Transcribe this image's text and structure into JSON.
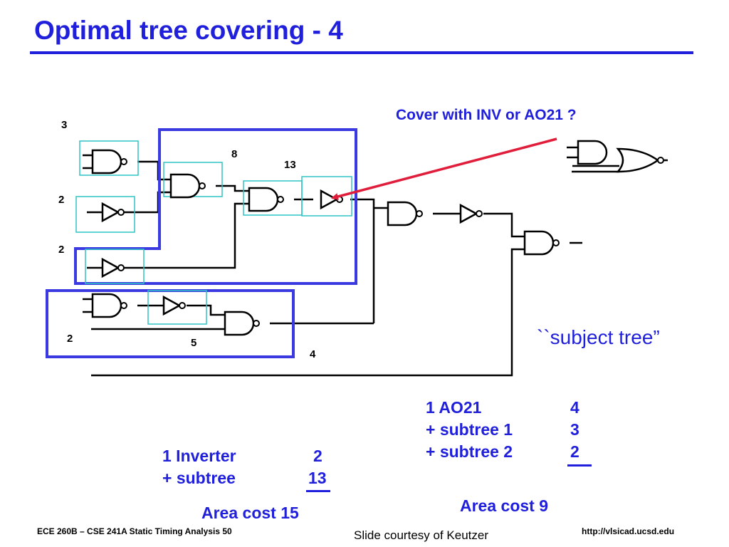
{
  "title": "Optimal tree covering - 4",
  "node_costs": {
    "gate_top": "3",
    "inv_a": "2",
    "inv_b": "2",
    "nand_mid": "8",
    "nand_right": "13",
    "lower_left": "2",
    "lower_mid": "5",
    "lower_right": "4"
  },
  "annotation": "Cover with INV or AO21 ?",
  "subject_tree_label": "``subject tree”",
  "option_inverter": {
    "rows": [
      {
        "label": "1 Inverter",
        "value": "2"
      },
      {
        "label": "+ subtree",
        "value": "13"
      }
    ],
    "total": "Area cost 15"
  },
  "option_ao21": {
    "rows": [
      {
        "label": "1 AO21",
        "value": "4"
      },
      {
        "label": "+ subtree 1",
        "value": "3"
      },
      {
        "label": "+ subtree 2",
        "value": "2"
      }
    ],
    "total": "Area cost 9"
  },
  "footer": {
    "left": "ECE 260B – CSE 241A Static Timing Analysis 50",
    "center": "Slide courtesy of Keutzer",
    "right": "http://vlsicad.ucsd.edu"
  },
  "colors": {
    "title_blue": "#1f1fdc",
    "cover_box_blue": "#3a3ae0",
    "match_box_cyan": "#2ec4c4",
    "arrow_red": "#e01d3a"
  }
}
